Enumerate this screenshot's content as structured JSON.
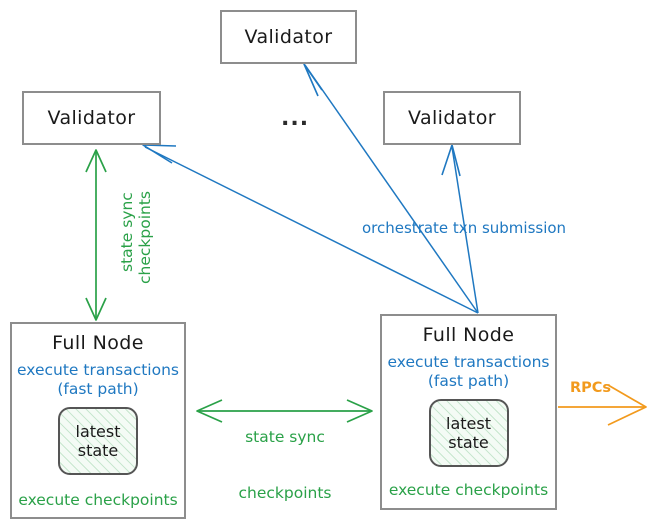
{
  "diagram": {
    "title_hidden": "Sui network topology: validators and full nodes",
    "colors": {
      "box_border": "#8d8d8d",
      "text": "#1a1a1a",
      "blue": "#1f78c1",
      "green": "#2aa148",
      "orange": "#f29a1d",
      "state_fill": "#f4fbf5"
    },
    "nodes": {
      "validator_top": {
        "label": "Validator"
      },
      "validator_left": {
        "label": "Validator"
      },
      "validator_right": {
        "label": "Validator"
      },
      "ellipsis": {
        "label": "..."
      },
      "fullnode_left": {
        "title": "Full Node",
        "blue_line_1": "execute transactions",
        "blue_line_2": "(fast path)",
        "green_line": "execute checkpoints",
        "state": {
          "line_1": "latest",
          "line_2": "state"
        }
      },
      "fullnode_right": {
        "title": "Full Node",
        "blue_line_1": "execute transactions",
        "blue_line_2": "(fast path)",
        "green_line": "execute checkpoints",
        "state": {
          "line_1": "latest",
          "line_2": "state"
        }
      }
    },
    "edges": {
      "state_sync_vertical": {
        "line_1": "state sync",
        "line_2": "checkpoints",
        "color": "#2aa148",
        "direction": "bidirectional"
      },
      "state_sync_horizontal": {
        "line_1": "state sync",
        "line_2": "checkpoints",
        "color": "#2aa148",
        "direction": "bidirectional"
      },
      "orchestrate": {
        "label": "orchestrate txn submission",
        "color": "#1f78c1",
        "direction": "fullnode-to-validators"
      },
      "rpcs": {
        "label": "RPCs",
        "color": "#f29a1d",
        "direction": "outbound"
      }
    }
  }
}
